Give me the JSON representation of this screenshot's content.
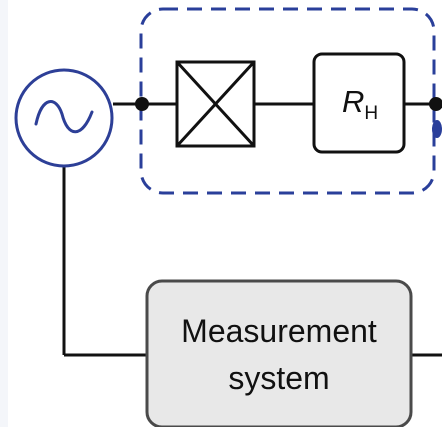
{
  "diagram": {
    "resistor": {
      "symbol": "R",
      "subscript": "H"
    },
    "measurement_block": {
      "line1": "Measurement",
      "line2": "system"
    },
    "colors": {
      "wire": "#111111",
      "dashed_group": "#2a3f9a",
      "source_outline": "#2d3f97",
      "block_fill": "#e8e8e8",
      "block_stroke": "#4a4a4a",
      "terminal_dot": "#2a3f9a"
    }
  }
}
